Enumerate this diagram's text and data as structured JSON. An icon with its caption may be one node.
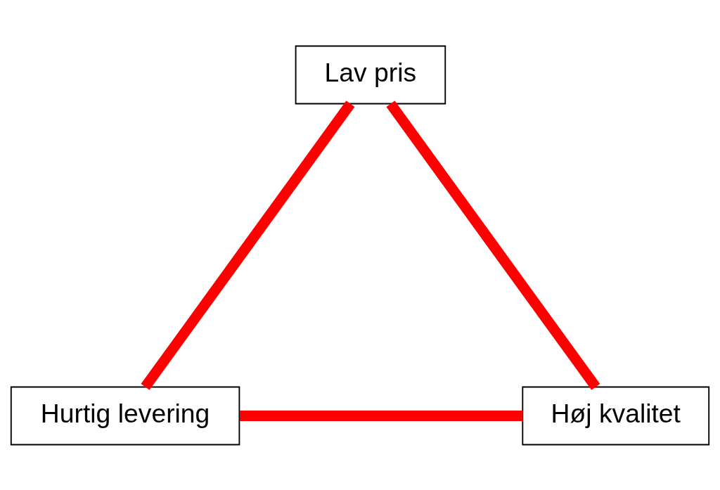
{
  "diagram": {
    "nodes": [
      {
        "text": [
          "Lav pris"
        ]
      },
      {
        "text": [
          "Hurtig levering"
        ]
      },
      {
        "text": [
          "Høj kvalitet"
        ]
      }
    ],
    "edges": [
      {
        "from": 0,
        "to": 1,
        "arrow": "none"
      },
      {
        "from": 1,
        "to": 2,
        "arrow": "none"
      },
      {
        "from": 2,
        "to": 0,
        "arrow": "none"
      }
    ]
  }
}
